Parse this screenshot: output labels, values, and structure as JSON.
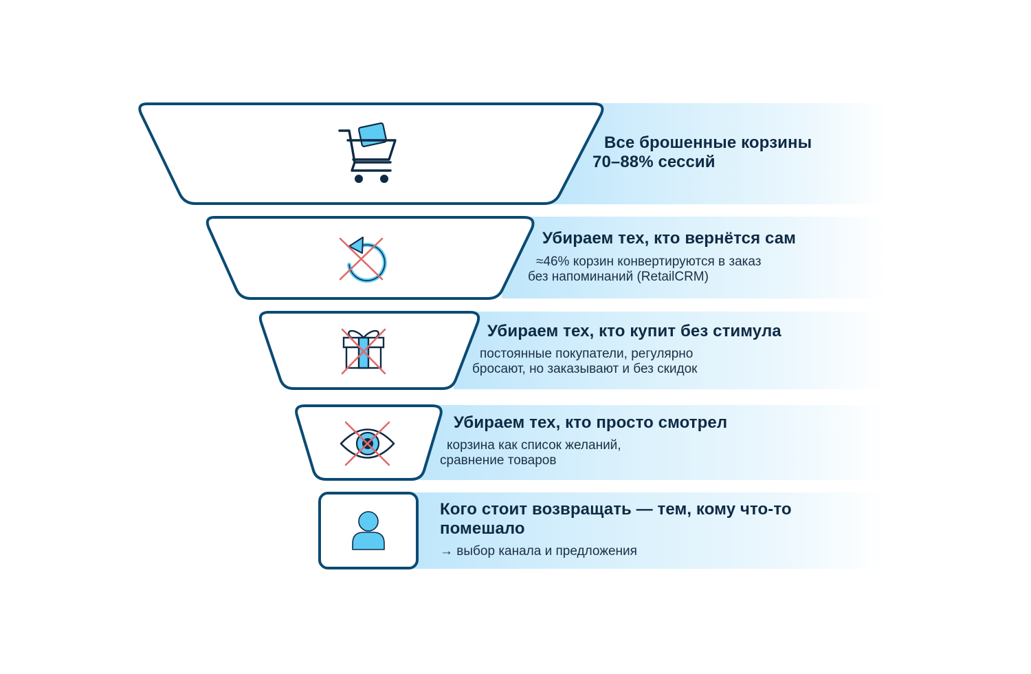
{
  "colors": {
    "outline": "#0b4a73",
    "icon_blue": "#5ecbf5",
    "icon_dark": "#0f2a44",
    "cross_red": "#e06a6a",
    "band": "#cdebfb"
  },
  "stages": [
    {
      "icon": "shopping-cart-icon",
      "title_lines": [
        "Все брошенные корзины",
        "70–88% сессий"
      ],
      "desc_lines": []
    },
    {
      "icon": "crossed-refresh-icon",
      "title_lines": [
        "Убираем тех, кто вернётся сам"
      ],
      "desc_lines": [
        "≈46% корзин конвертируются в заказ",
        "без напоминаний (RetailCRM)"
      ]
    },
    {
      "icon": "crossed-gift-icon",
      "title_lines": [
        "Убираем тех, кто купит без стимула"
      ],
      "desc_lines": [
        "постоянные покупатели, регулярно",
        "бросают, но заказывают и без скидок"
      ]
    },
    {
      "icon": "crossed-eye-icon",
      "title_lines": [
        "Убираем тех, кто просто смотрел"
      ],
      "desc_lines": [
        "корзина как список желаний,",
        "сравнение товаров"
      ]
    },
    {
      "icon": "person-icon",
      "title_lines": [
        "Кого стоит возвращать — тем, кому что-то",
        "помешало"
      ],
      "desc_lines": [
        "→ выбор канала и предложения"
      ]
    }
  ]
}
